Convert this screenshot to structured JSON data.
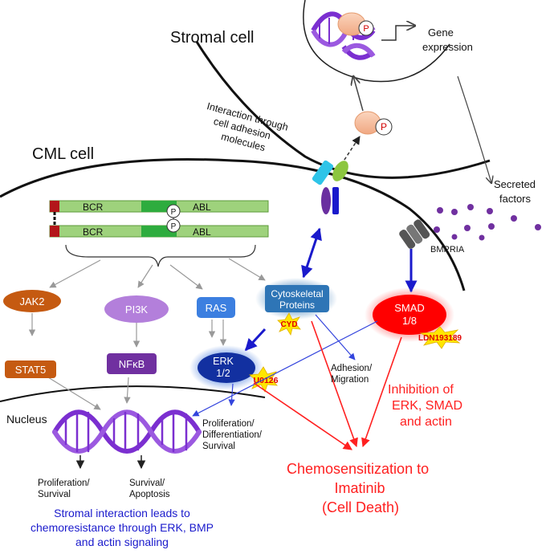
{
  "labels": {
    "stromal_cell": "Stromal cell",
    "cml_cell": "CML cell",
    "gene_expression_1": "Gene",
    "gene_expression_2": "expression",
    "interaction_1": "Interaction through",
    "interaction_2": "cell adhesion",
    "interaction_3": "molecules",
    "secreted_1": "Secreted",
    "secreted_2": "factors",
    "bmpria": "BMPRIA",
    "nucleus": "Nucleus",
    "phospho": "P"
  },
  "fusion": {
    "bcr": "BCR",
    "abl": "ABL",
    "p": "P"
  },
  "nodes": {
    "jak2": "JAK2",
    "stat5": "STAT5",
    "pi3k": "PI3K",
    "nfkb": "NFκB",
    "ras": "RAS",
    "erk_1": "ERK",
    "erk_2": "1/2",
    "cyto_1": "Cytoskeletal",
    "cyto_2": "Proteins",
    "smad_1": "SMAD",
    "smad_2": "1/8"
  },
  "inhibitors": {
    "cyd": "CYD",
    "u0126": "U0126",
    "ldn": "LDN193189"
  },
  "outcomes": {
    "prolif_survival_1": "Proliferation/",
    "prolif_survival_2": "Survival",
    "survival_apoptosis_1": "Survival/",
    "survival_apoptosis_2": "Apoptosis",
    "adhesion_1": "Adhesion/",
    "adhesion_2": "Migration",
    "erk_out_1": "Proliferation/",
    "erk_out_2": "Differentiation/",
    "erk_out_3": "Survival",
    "inhibition_1": "Inhibition of",
    "inhibition_2": "ERK, SMAD",
    "inhibition_3": "and actin",
    "chemo_1": "Chemosensitization  to",
    "chemo_2": "Imatinib",
    "chemo_3": "(Cell Death)",
    "stromal_1": "Stromal interaction leads to",
    "stromal_2": "chemoresistance through ERK, BMP",
    "stromal_3": "and actin signaling"
  },
  "colors": {
    "red": "#ff2020",
    "blue": "#1a1acc",
    "gray_arrow": "#999999",
    "dna_purple": "#7b2fd0",
    "bcr_green": "#9ed27c",
    "abl_green": "#59c34a",
    "bcr_red": "#b3161a",
    "jak2": "#c55a11",
    "pi3k": "#b37fdb",
    "nfkb": "#7030a0",
    "ras": "#3c7fe0",
    "erk": "#1230a0",
    "cyto": "#2e75b6",
    "smad": "#ff0000",
    "secreted_dot": "#7030a0"
  }
}
